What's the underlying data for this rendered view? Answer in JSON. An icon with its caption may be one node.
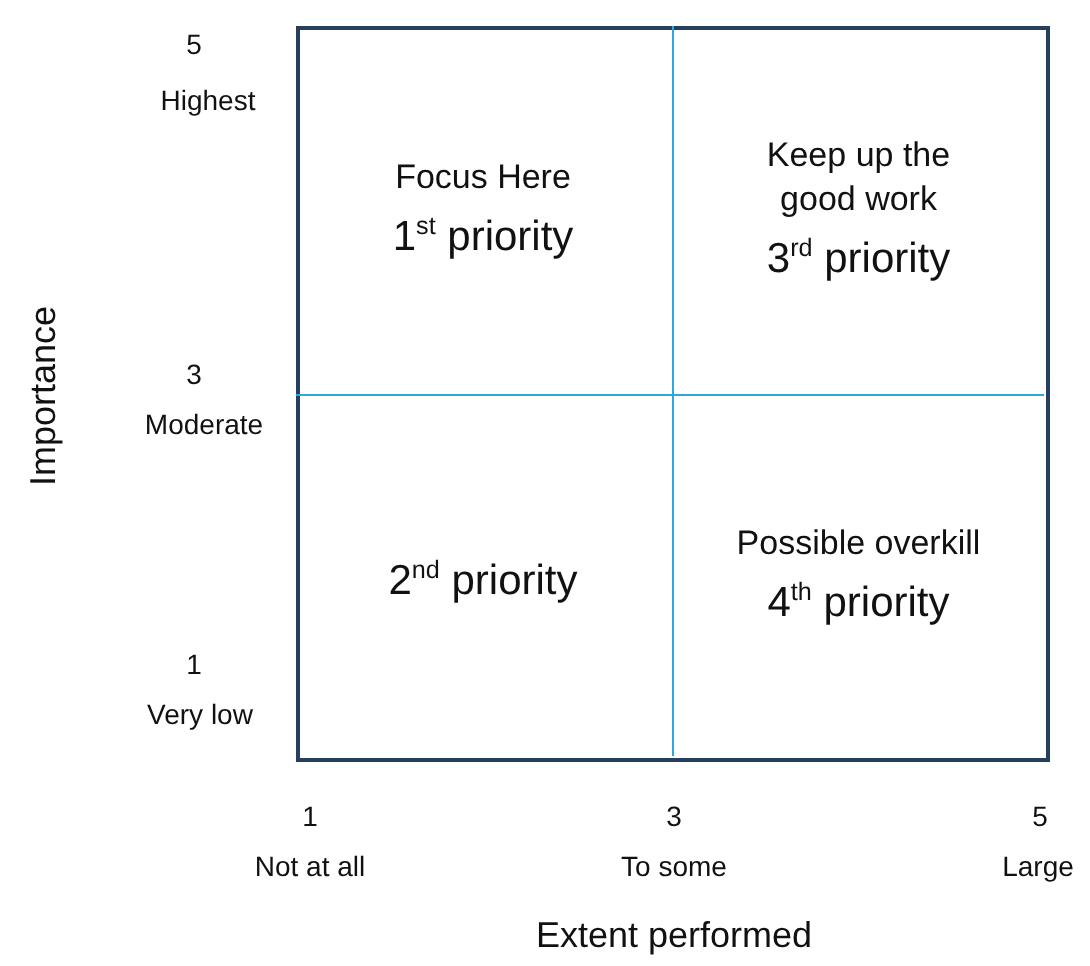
{
  "diagram": {
    "nodes": [
      {
        "text": [
          "Focus Here",
          "1$^{st}$ priority"
        ]
      },
      {
        "text": [
          "Keep up the good work",
          "3$^{rd}$ priority"
        ]
      },
      {
        "text": [
          "2$^{nd}$ priority"
        ]
      },
      {
        "text": [
          "Possible overkill",
          "4$^{th}$ priority"
        ]
      }
    ],
    "labels": [
      "5",
      "Highest",
      "3",
      "Moderate",
      "1",
      "Very low",
      "Importance",
      "1",
      "3",
      "5",
      "Not at all",
      "To some",
      "Large",
      "Extent performed"
    ]
  }
}
